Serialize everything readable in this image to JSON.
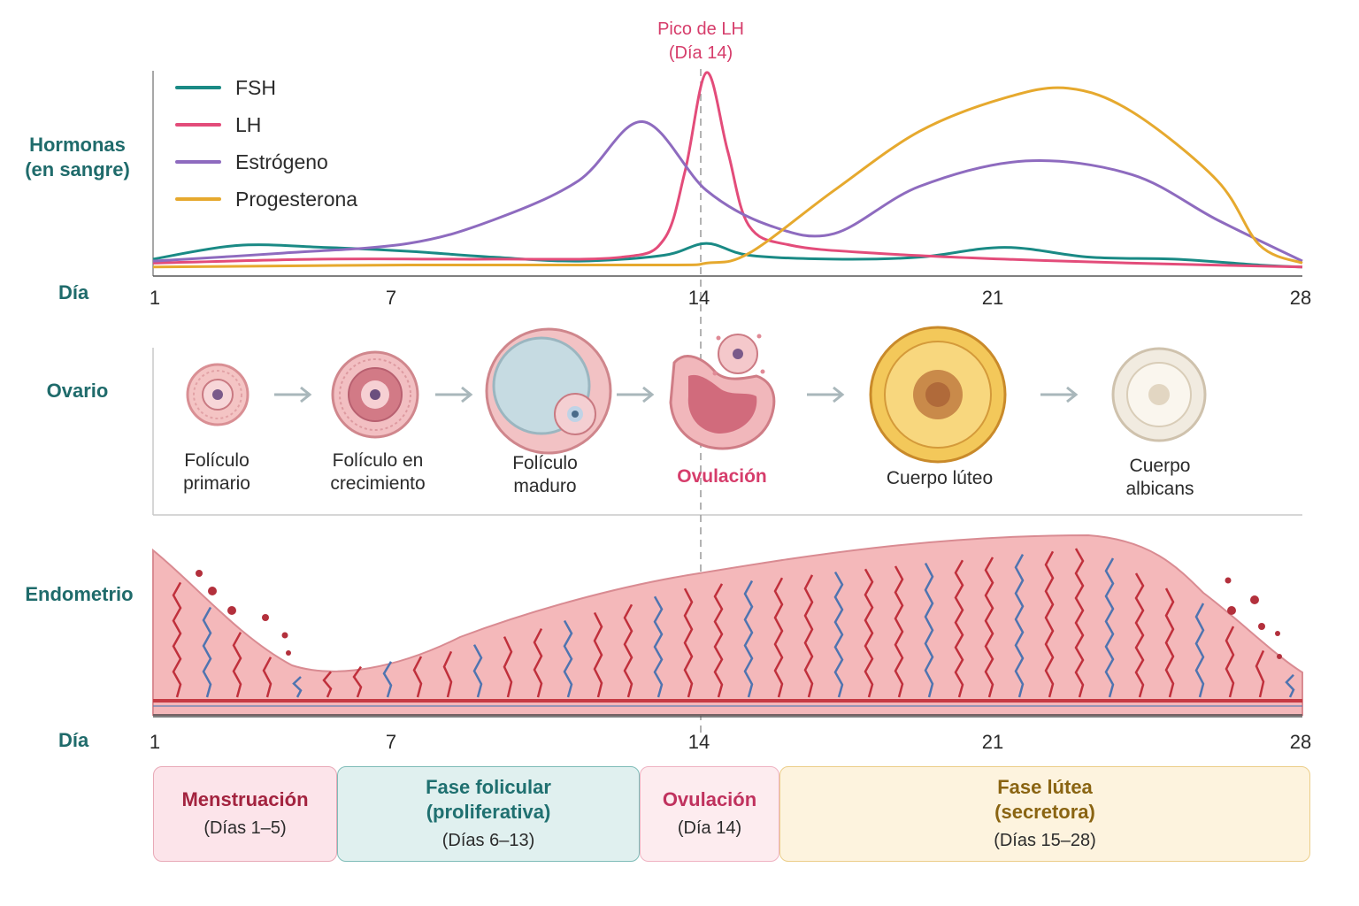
{
  "rows": {
    "hormones": "Hormonas\n(en sangre)",
    "day": "Día",
    "ovary": "Ovario",
    "endometrium": "Endometrio"
  },
  "axis_ticks": [
    "1",
    "7",
    "14",
    "21",
    "28"
  ],
  "peak_label": {
    "line1": "Pico de LH",
    "line2": "(Día 14)"
  },
  "chart_data": {
    "type": "line",
    "title": "",
    "xlabel": "Día",
    "ylabel": "Hormonas (en sangre)",
    "xlim": [
      1,
      28
    ],
    "ylim": [
      0,
      100
    ],
    "x_ticks": [
      1,
      7,
      14,
      21,
      28
    ],
    "legend_position": "top-left",
    "annotation": "Pico de LH (Día 14)",
    "series": [
      {
        "name": "FSH",
        "color": "#1a8a85",
        "x": [
          1,
          3,
          5,
          7,
          9,
          11,
          13,
          14,
          15,
          17,
          19,
          21,
          23,
          25,
          27,
          28
        ],
        "y": [
          5,
          12,
          11,
          9,
          6,
          4,
          7,
          13,
          7,
          5,
          6,
          11,
          6,
          5,
          2,
          1
        ]
      },
      {
        "name": "LH",
        "color": "#e34c7a",
        "x": [
          1,
          5,
          9,
          12,
          13,
          13.5,
          14,
          14.5,
          15,
          16,
          18,
          21,
          24,
          28
        ],
        "y": [
          3,
          5,
          5,
          6,
          15,
          50,
          100,
          60,
          22,
          12,
          8,
          5,
          3,
          1
        ]
      },
      {
        "name": "Estrógeno",
        "color": "#8e6bbf",
        "x": [
          1,
          4,
          7,
          9,
          11,
          12.5,
          14,
          15.5,
          17,
          19,
          21.5,
          24,
          26,
          28
        ],
        "y": [
          4,
          8,
          13,
          25,
          45,
          75,
          40,
          22,
          18,
          42,
          55,
          48,
          25,
          4
        ]
      },
      {
        "name": "Progesterona",
        "color": "#e6a92e",
        "x": [
          1,
          7,
          13,
          14,
          15,
          17,
          19,
          21,
          22.5,
          24,
          26,
          27,
          28
        ],
        "y": [
          1,
          2,
          2,
          3,
          8,
          40,
          70,
          87,
          92,
          80,
          45,
          12,
          3
        ]
      }
    ]
  },
  "ovary_stages": [
    {
      "label": "Folículo\nprimario"
    },
    {
      "label": "Folículo en\ncrecimiento"
    },
    {
      "label": "Folículo\nmaduro"
    },
    {
      "label": "Ovulación"
    },
    {
      "label": "Cuerpo lúteo"
    },
    {
      "label": "Cuerpo\nalbicans"
    }
  ],
  "phases": [
    {
      "title": "Menstruación",
      "days": "(Días 1–5)",
      "color": "#a3233f",
      "bg": "#fce4ea",
      "border": "#e8a9b7"
    },
    {
      "title": "Fase folicular\n(proliferativa)",
      "days": "(Días 6–13)",
      "color": "#1f7070",
      "bg": "#e0f0ef",
      "border": "#7fbcb8"
    },
    {
      "title": "Ovulación",
      "days": "(Día 14)",
      "color": "#c0325e",
      "bg": "#fdecef",
      "border": "#efb3c2"
    },
    {
      "title": "Fase lútea\n(secretora)",
      "days": "(Días 15–28)",
      "color": "#8a6412",
      "bg": "#fdf3de",
      "border": "#ecce8a"
    }
  ],
  "colors": {
    "accent_teal": "#1f6b6b",
    "accent_pink": "#d63d6b",
    "tissue": "#f4b5b8"
  }
}
